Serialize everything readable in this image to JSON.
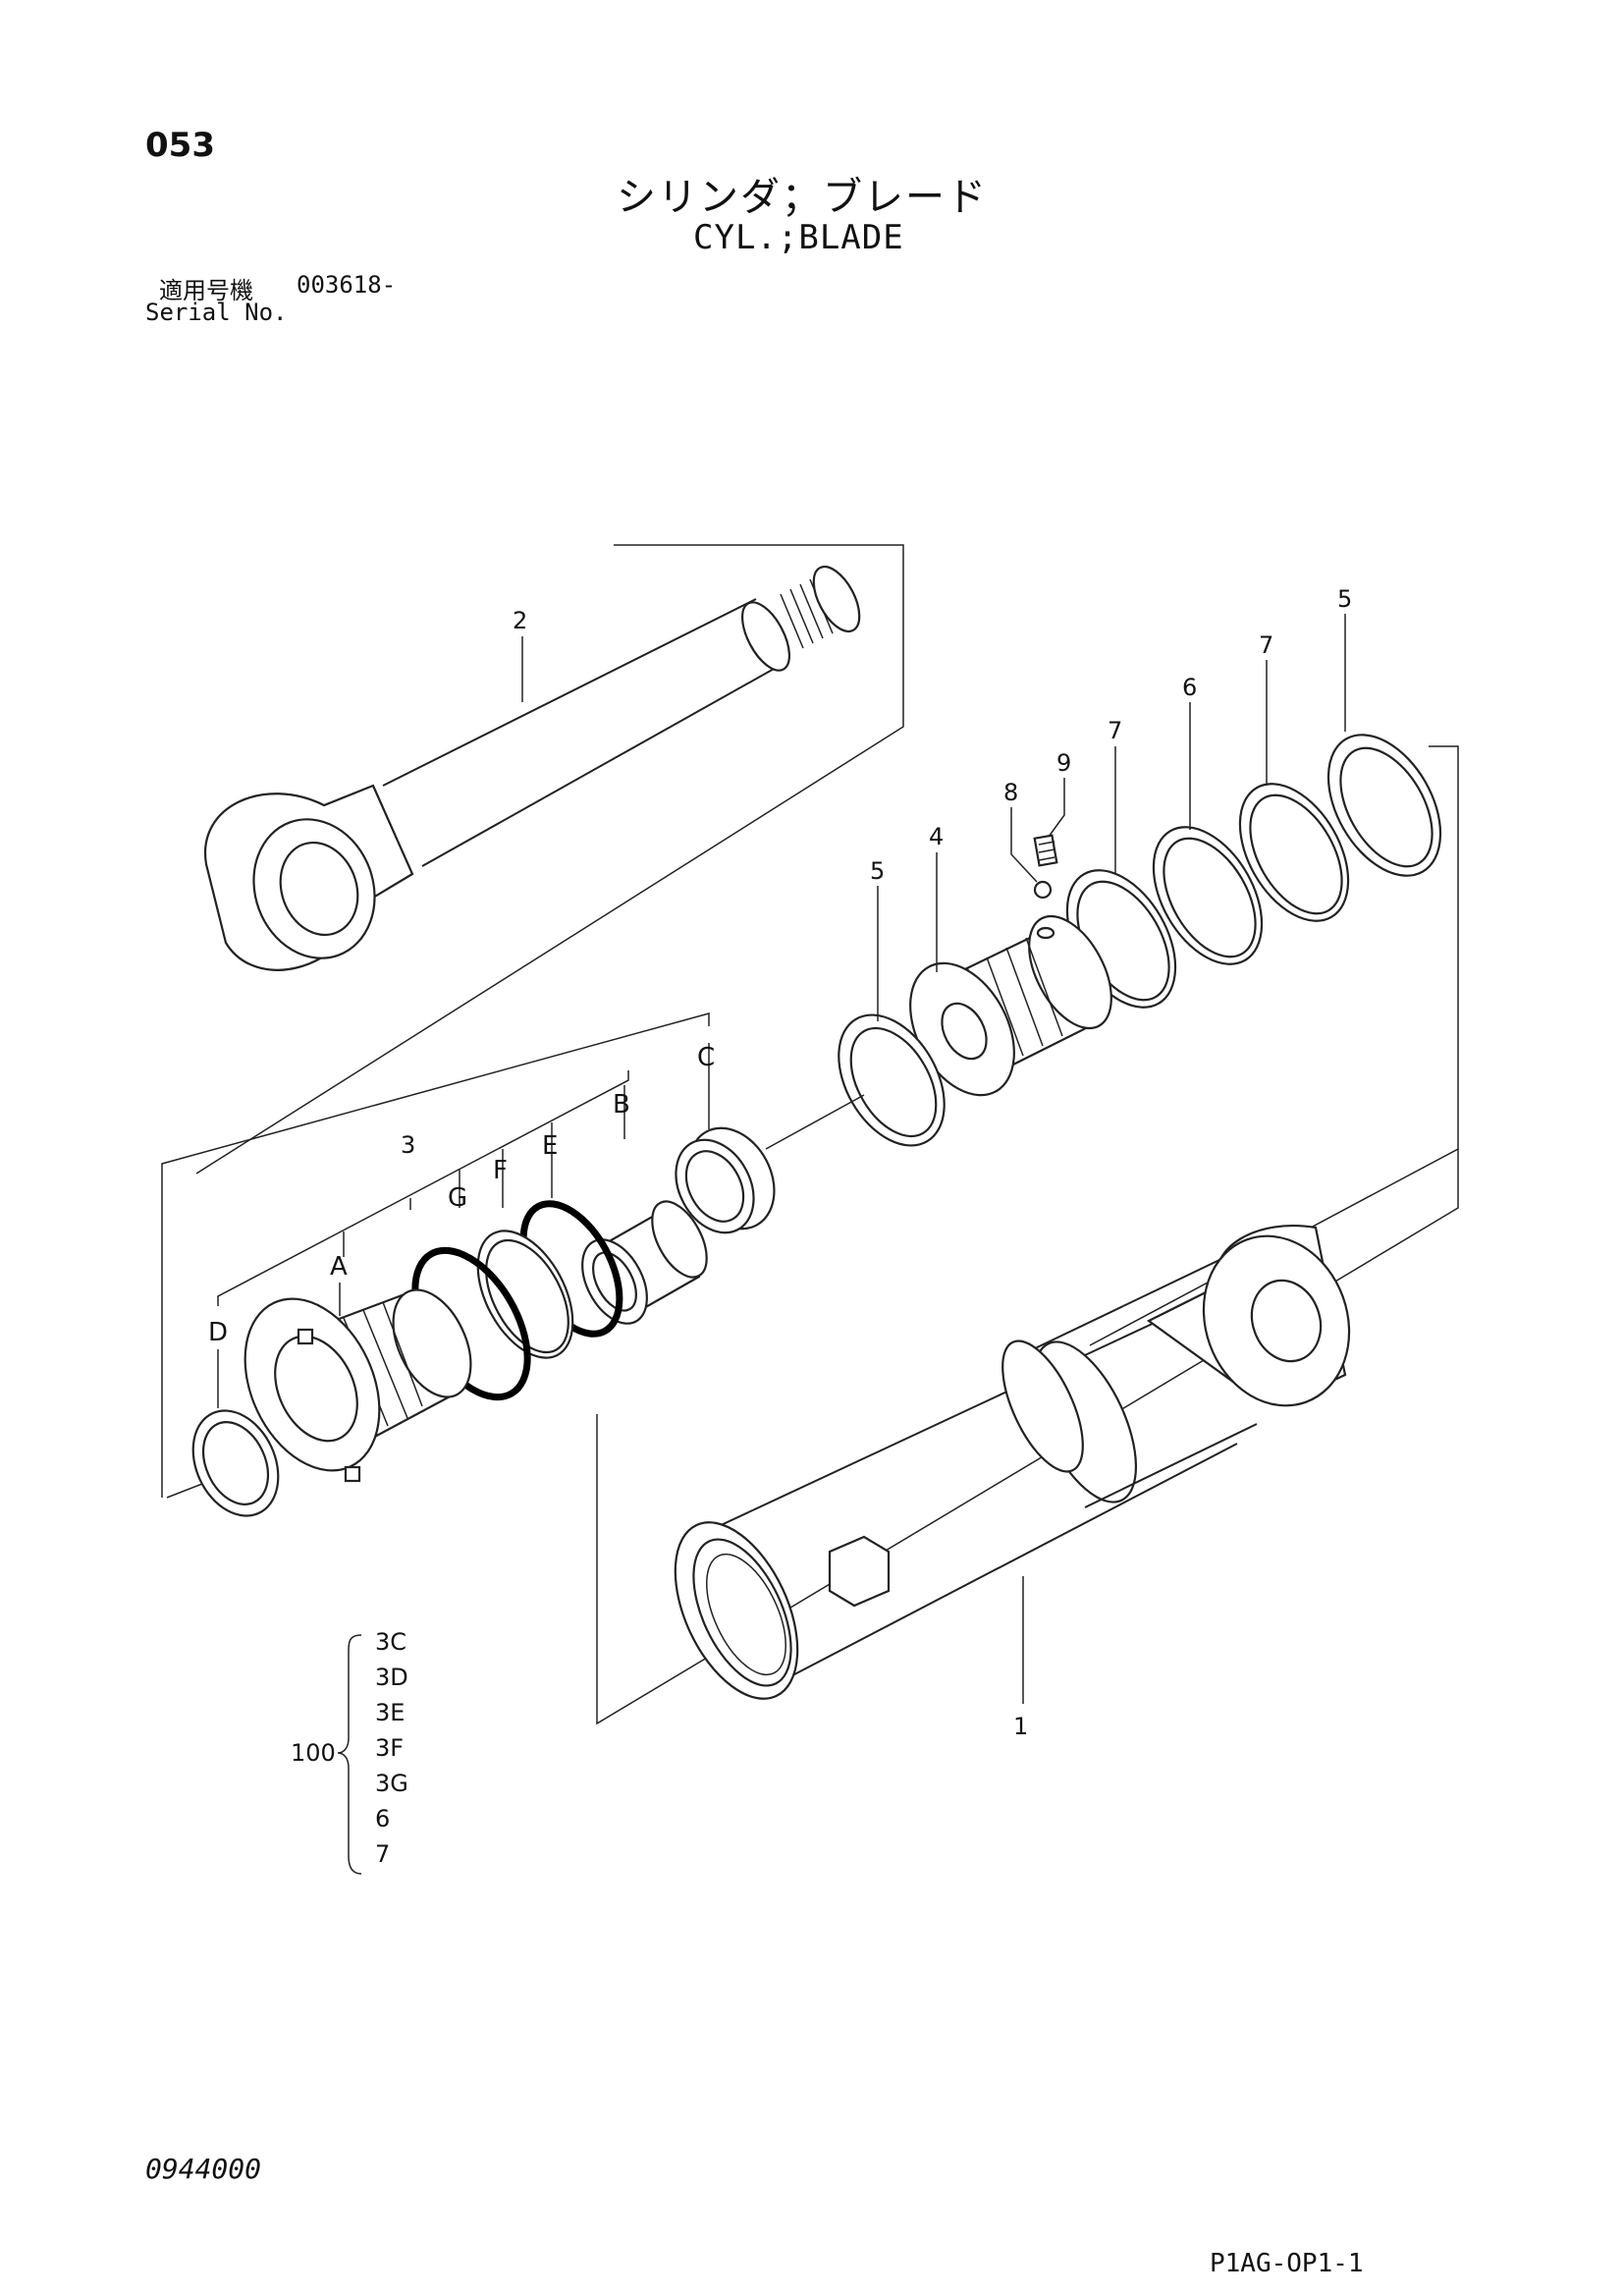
{
  "header": {
    "page_number": "053",
    "title_jp": "シリンダ；ブレード",
    "title_en": "CYL.;BLADE",
    "serial_label_jp": "適用号機",
    "serial_number": "003618-",
    "serial_label_en": "Serial No."
  },
  "callouts": {
    "p1": "1",
    "p2": "2",
    "p3": "3",
    "p4": "4",
    "p5a": "5",
    "p5b": "5",
    "p6": "6",
    "p7a": "7",
    "p7b": "7",
    "p8": "8",
    "p9": "9",
    "pA": "A",
    "pB": "B",
    "pC": "C",
    "pD": "D",
    "pE": "E",
    "pF": "F",
    "pG": "G"
  },
  "kit": {
    "number": "100",
    "items": [
      "3C",
      "3D",
      "3E",
      "3F",
      "3G",
      "6",
      "7"
    ]
  },
  "footer": {
    "doc_code": "0944000",
    "page_code": "P1AG-OP1-1"
  }
}
